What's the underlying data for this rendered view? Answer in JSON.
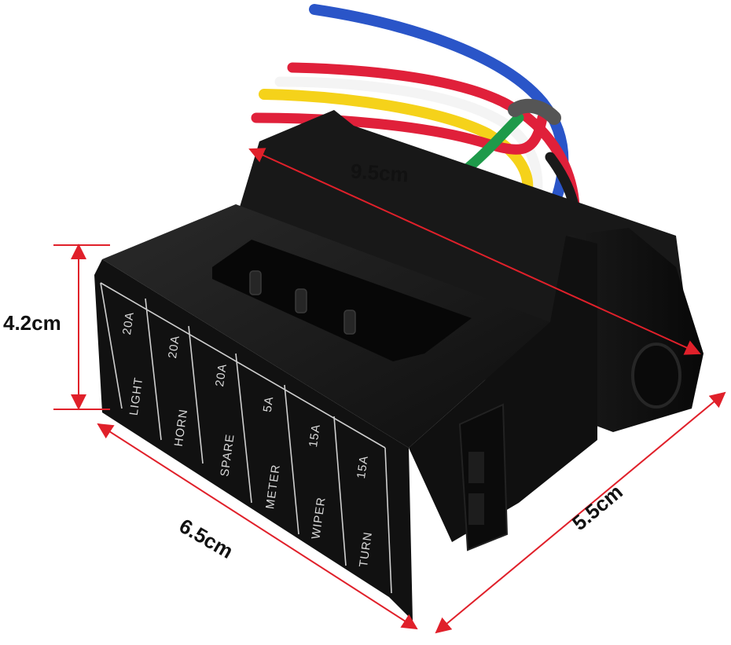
{
  "dimensions": {
    "length": "9.5cm",
    "height": "4.2cm",
    "width_front": "6.5cm",
    "depth": "5.5cm"
  },
  "fuse_slots": [
    {
      "name": "LIGHT",
      "rating": "20A"
    },
    {
      "name": "HORN",
      "rating": "20A"
    },
    {
      "name": "SPARE",
      "rating": "20A"
    },
    {
      "name": "METER",
      "rating": "5A"
    },
    {
      "name": "WIPER",
      "rating": "15A"
    },
    {
      "name": "TURN",
      "rating": "15A"
    }
  ],
  "colors": {
    "arrow": "#e0202a",
    "body": "#141414",
    "wire_blue": "#2a55c8",
    "wire_red": "#e0203a",
    "wire_white": "#f4f4f4",
    "wire_yellow": "#f5d21a",
    "wire_green": "#1e9a4a",
    "wire_black": "#1a1a1a"
  }
}
